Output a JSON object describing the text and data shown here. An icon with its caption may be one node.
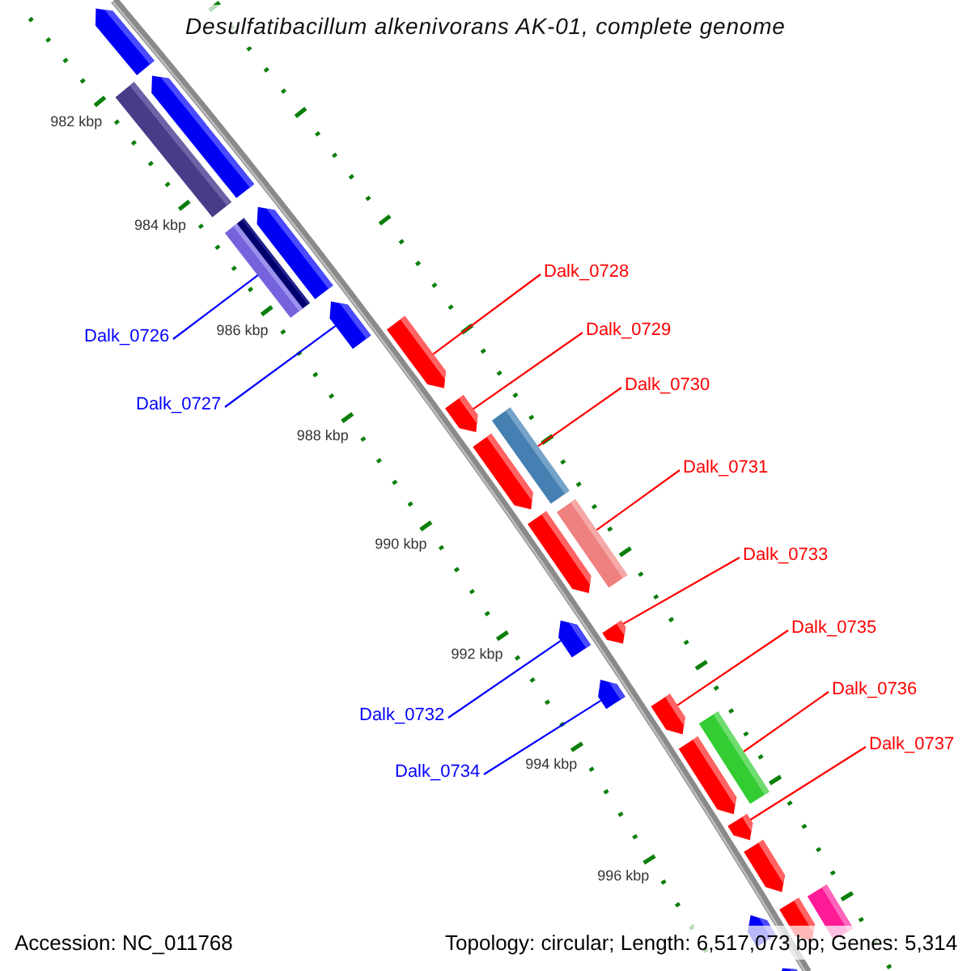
{
  "diagram": {
    "title": "Desulfatibacillum alkenivorans AK-01, complete genome",
    "nodes": [
      {
        "text": [
          "Dalk_0726"
        ]
      },
      {
        "text": [
          "Dalk_0727"
        ]
      },
      {
        "text": [
          "Dalk_0728"
        ]
      },
      {
        "text": [
          "Dalk_0729"
        ]
      },
      {
        "text": [
          "Dalk_0730"
        ]
      },
      {
        "text": [
          "Dalk_0731"
        ]
      },
      {
        "text": [
          "Dalk_0732"
        ]
      },
      {
        "text": [
          "Dalk_0733"
        ]
      },
      {
        "text": [
          "Dalk_0734"
        ]
      },
      {
        "text": [
          "Dalk_0735"
        ]
      },
      {
        "text": [
          "Dalk_0736"
        ]
      },
      {
        "text": [
          "Dalk_0737"
        ]
      },
      {
        "text": [],
        "shape": "pentagon"
      },
      {
        "text": [],
        "shape": "bar"
      },
      {
        "text": [],
        "shape": "pentagon"
      },
      {
        "text": [],
        "shape": "bar"
      },
      {
        "text": [],
        "shape": "bar"
      },
      {
        "text": [],
        "shape": "pentagon"
      },
      {
        "text": [],
        "shape": "pentagon"
      },
      {
        "text": [],
        "shape": "pentagon"
      },
      {
        "text": [],
        "shape": "pentagon"
      },
      {
        "text": [],
        "shape": "bar"
      },
      {
        "text": [],
        "shape": "pentagon"
      },
      {
        "text": [],
        "shape": "pentagon"
      },
      {
        "text": [],
        "shape": "bar"
      },
      {
        "text": [],
        "shape": "pentagon"
      },
      {
        "text": [],
        "shape": "pentagon"
      },
      {
        "text": [],
        "shape": "pentagon"
      },
      {
        "text": [],
        "shape": "pentagon"
      },
      {
        "text": [],
        "shape": "bar"
      },
      {
        "text": [],
        "shape": "pentagon"
      },
      {
        "text": [],
        "shape": "pentagon"
      },
      {
        "text": [],
        "shape": "pentagon"
      },
      {
        "text": [],
        "shape": "pentagon"
      },
      {
        "text": [],
        "shape": "pentagon"
      },
      {
        "text": [],
        "shape": "bar"
      },
      {
        "text": [],
        "shape": "pentagon"
      }
    ],
    "edges": [
      {
        "from": 0,
        "to": 15,
        "arrow": "none",
        "color": "#0000ff"
      },
      {
        "from": 1,
        "to": 18,
        "arrow": "none",
        "color": "#0000ff"
      },
      {
        "from": 2,
        "to": 19,
        "arrow": "none"
      },
      {
        "from": 3,
        "to": 20,
        "arrow": "none"
      },
      {
        "from": 4,
        "to": 21,
        "arrow": "none"
      },
      {
        "from": 5,
        "to": 24,
        "arrow": "none"
      },
      {
        "from": 6,
        "to": 25,
        "arrow": "none",
        "color": "#0000ff"
      },
      {
        "from": 7,
        "to": 26,
        "arrow": "none"
      },
      {
        "from": 8,
        "to": 27,
        "arrow": "none",
        "color": "#0000ff"
      },
      {
        "from": 9,
        "to": 28,
        "arrow": "none"
      },
      {
        "from": 10,
        "to": 29,
        "arrow": "none"
      },
      {
        "from": 11,
        "to": 31,
        "arrow": "none"
      }
    ],
    "labels": [
      "982 kbp",
      "984 kbp",
      "986 kbp",
      "988 kbp",
      "990 kbp",
      "992 kbp",
      "994 kbp",
      "996 kbp",
      "Accession: NC_011768",
      "Topology: circular; Length: 6,517,073 bp; Genes: 5,314"
    ]
  }
}
